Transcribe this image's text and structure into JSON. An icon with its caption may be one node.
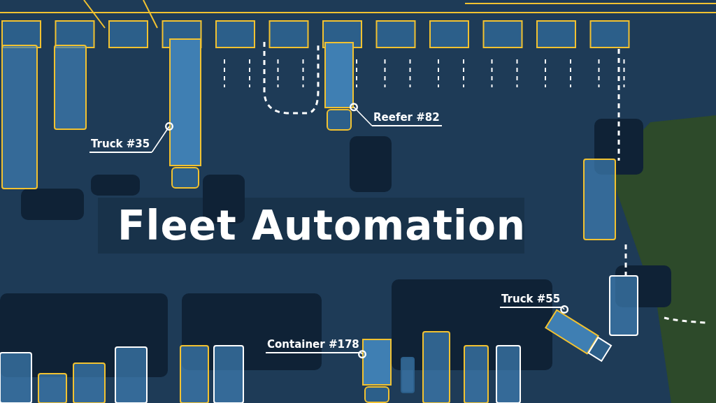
{
  "diagram": {
    "title": "Fleet Automation",
    "nodes": [
      {
        "text": [
          "Truck #35"
        ]
      },
      {
        "text": [
          "Reefer #82"
        ]
      },
      {
        "text": [
          "Container #178"
        ]
      },
      {
        "text": [
          "Truck #55"
        ]
      },
      {
        "text": [],
        "shape": "box"
      },
      {
        "text": [],
        "shape": "box"
      },
      {
        "text": [],
        "shape": "box"
      },
      {
        "text": [],
        "shape": "box"
      }
    ],
    "edges": [
      {
        "from": 0,
        "to": 4,
        "arrow": "other"
      },
      {
        "from": 1,
        "to": 5,
        "arrow": "other"
      },
      {
        "from": 2,
        "to": 6,
        "arrow": "other"
      },
      {
        "from": 3,
        "to": 7,
        "arrow": "other"
      }
    ]
  }
}
